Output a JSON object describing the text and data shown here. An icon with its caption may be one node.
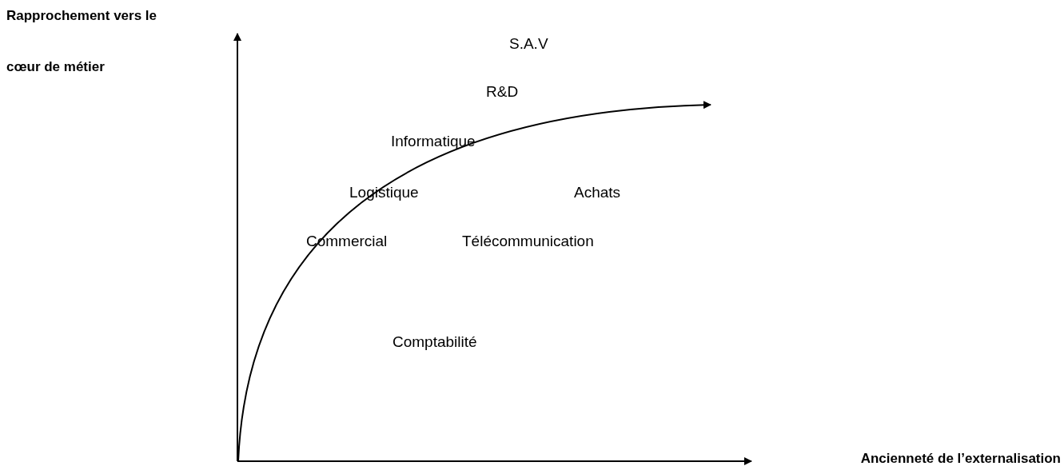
{
  "diagram": {
    "labels": [
      "Rapprochement vers le cœur de métier",
      "S.A.V",
      "R&D",
      "Informatique",
      "Logistique",
      "Achats",
      "Commercial",
      "Télécommunication",
      "Comptabilité",
      "Ancienneté de l’externalisation"
    ]
  }
}
